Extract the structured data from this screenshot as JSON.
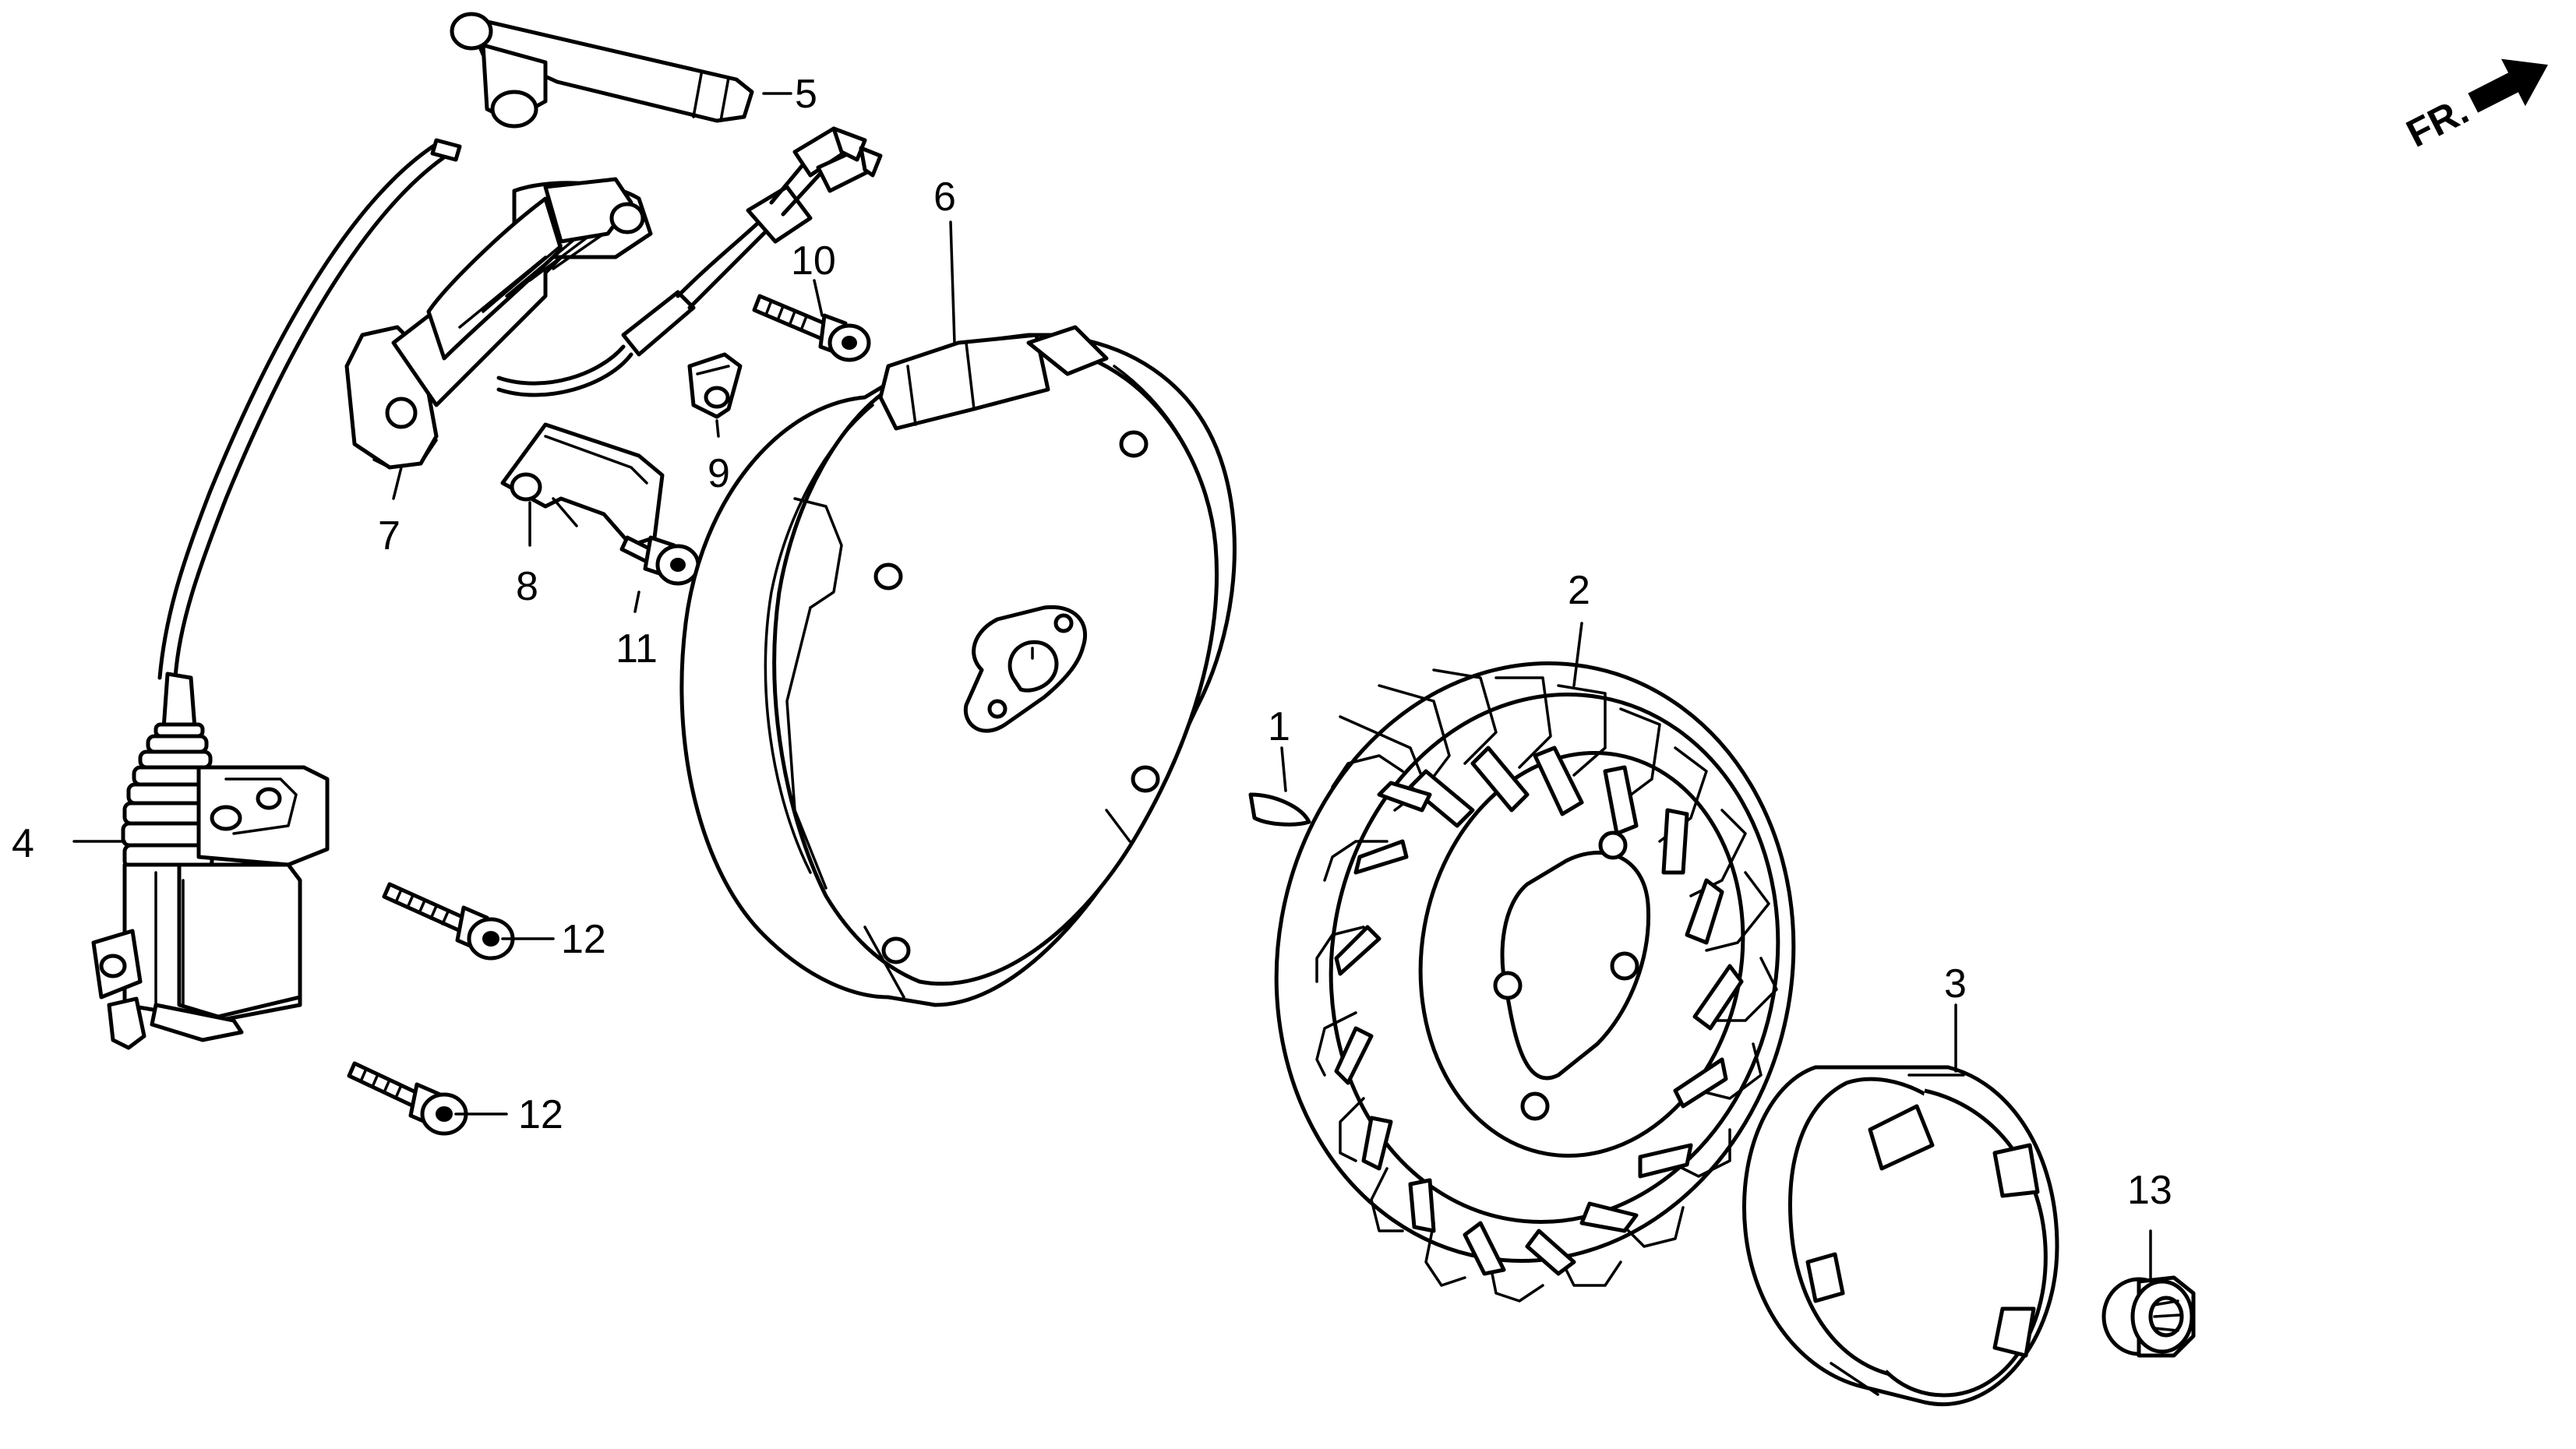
{
  "direction_indicator": {
    "label": "FR."
  },
  "callouts": {
    "c1": "1",
    "c2": "2",
    "c3": "3",
    "c4": "4",
    "c5": "5",
    "c6": "6",
    "c7": "7",
    "c8": "8",
    "c9": "9",
    "c10": "10",
    "c11": "11",
    "c12a": "12",
    "c12b": "12",
    "c13": "13"
  }
}
